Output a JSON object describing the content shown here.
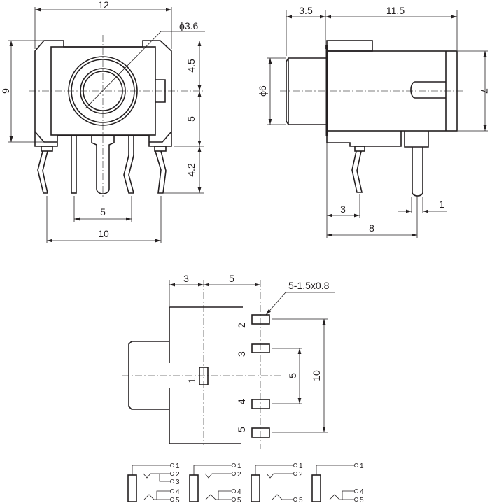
{
  "front_view": {
    "width_dim": "12",
    "height_dim": "9",
    "hole_dim": "ϕ3.6",
    "upper_dim": "4.5",
    "lower_dim": "5",
    "pin_length_dim": "4.2",
    "inner_pin_pitch_dim": "5",
    "outer_pin_pitch_dim": "10"
  },
  "side_view": {
    "barrel_length_dim": "3.5",
    "body_length_dim": "11.5",
    "barrel_diameter_dim": "ϕ6",
    "body_height_dim": "7",
    "pin_offset_dim": "3",
    "rear_pin_offset_dim": "8",
    "pin_width_dim": "1"
  },
  "footprint": {
    "offset_dim_a": "3",
    "offset_dim_b": "5",
    "pad_spec": "5-1.5x0.8",
    "pad_labels": [
      "1",
      "2",
      "3",
      "4",
      "5"
    ],
    "inner_pitch_dim": "5",
    "outer_pitch_dim": "10"
  },
  "schematics": [
    {
      "terminals": [
        "1",
        "2",
        "3",
        "4",
        "5"
      ]
    },
    {
      "terminals": [
        "1",
        "2",
        "4",
        "5"
      ]
    },
    {
      "terminals": [
        "1",
        "2",
        "5"
      ]
    },
    {
      "terminals": [
        "1",
        "4",
        "5"
      ]
    }
  ]
}
